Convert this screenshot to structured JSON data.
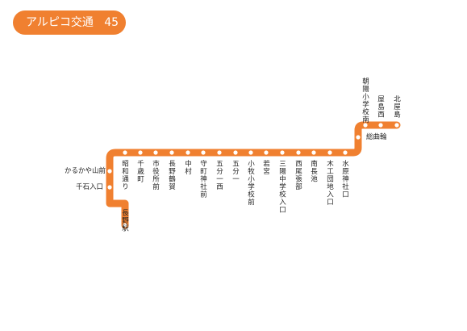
{
  "route": {
    "operator": "アルピコ交通",
    "number": "45"
  },
  "colors": {
    "line": "#f08030",
    "badge": "#f08030",
    "stop_fill": "#ffffff",
    "text": "#222222"
  },
  "stops": [
    {
      "name": "長野駅"
    },
    {
      "name": "千石入口"
    },
    {
      "name": "かるかや山前"
    },
    {
      "name": "昭和通り"
    },
    {
      "name": "千歳町"
    },
    {
      "name": "市役所前"
    },
    {
      "name": "長野鶴賀"
    },
    {
      "name": "中村"
    },
    {
      "name": "守町神社前"
    },
    {
      "name": "五分一西"
    },
    {
      "name": "五分一"
    },
    {
      "name": "小牧小学校前"
    },
    {
      "name": "若宮"
    },
    {
      "name": "三陽中学校入口"
    },
    {
      "name": "西尾張部"
    },
    {
      "name": "南長池"
    },
    {
      "name": "木工団地入口"
    },
    {
      "name": "水原神社口"
    },
    {
      "name": "総曲輪"
    },
    {
      "name": "朝陽小学校南"
    },
    {
      "name": "屋島西"
    },
    {
      "name": "北屋島"
    }
  ]
}
